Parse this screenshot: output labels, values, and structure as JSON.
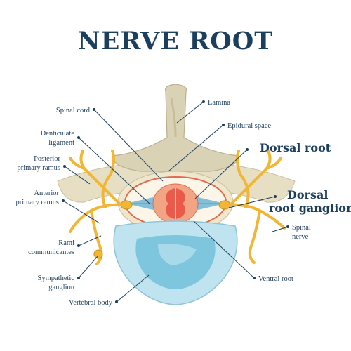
{
  "title": "NERVE ROOT",
  "labels": {
    "spinal_cord": "Spinal cord",
    "lamina": "Lamina",
    "denticulate_1": "Denticulate",
    "denticulate_2": "ligament",
    "epidural_space": "Epidural space",
    "posterior_1": "Posterior",
    "posterior_2": "primary ramus",
    "dorsal_root": "Dorsal root",
    "anterior_1": "Anterior",
    "anterior_2": "primary ramus",
    "drg_1": "Dorsal",
    "drg_2": "root ganglion",
    "spinal_nerve_1": "Spinal",
    "spinal_nerve_2": "nerve",
    "rami_1": "Rami",
    "rami_2": "communicantes",
    "sympathetic_1": "Sympathetic",
    "sympathetic_2": "ganglion",
    "ventral_root": "Ventral root",
    "vertebral_body": "Vertebral body"
  },
  "colors": {
    "title": "#1d3f5e",
    "bone": "#d9d2b5",
    "bone_shadow": "#b9b090",
    "nerve": "#f2b632",
    "cord_core": "#ea5a4a",
    "cord_outer": "#f2a585",
    "body_outer": "#bfe3ef",
    "body_inner": "#7ec6dd",
    "root_fibers": "#6fb5d6"
  }
}
